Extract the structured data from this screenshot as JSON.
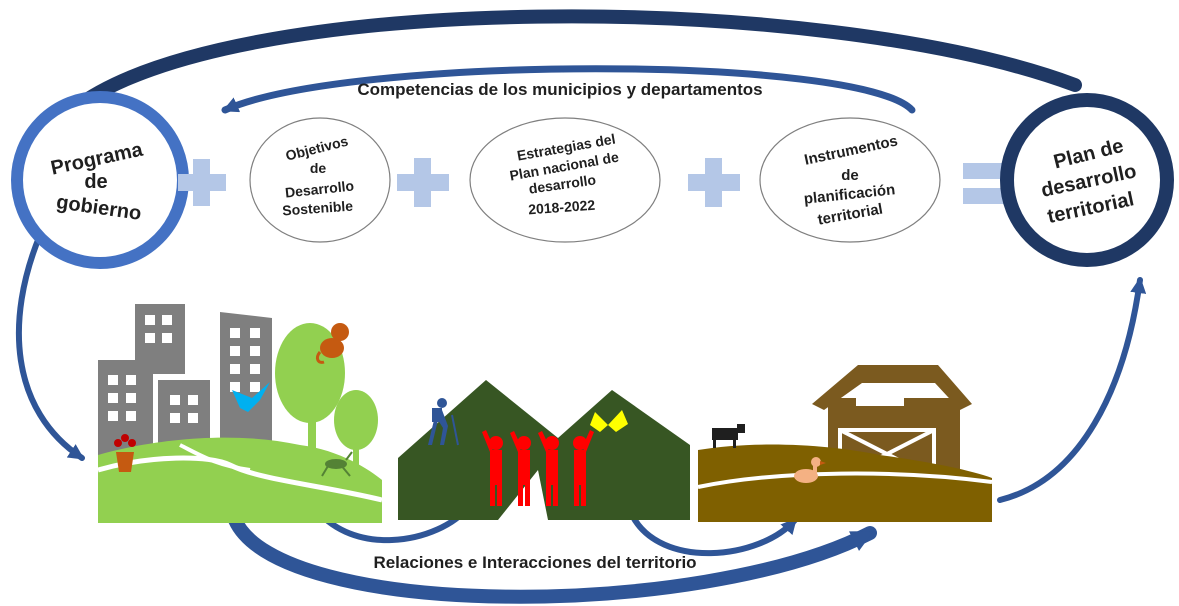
{
  "labels": {
    "top_arc": "Competencias de los municipios y departamentos",
    "bottom_arc": "Relaciones e Interacciones del territorio"
  },
  "nodes": {
    "programa": [
      "Programa",
      "de",
      "gobierno"
    ],
    "ods": [
      "Objetivos",
      "de",
      "Desarrollo",
      "Sostenible"
    ],
    "plan_nacional": [
      "Estrategias del",
      "Plan nacional de",
      "desarrollo",
      "2018-2022"
    ],
    "instrumentos": [
      "Instrumentos",
      "de",
      "planificación",
      "territorial"
    ],
    "plan_territorial": [
      "Plan de",
      "desarrollo",
      "territorial"
    ]
  },
  "operators": {
    "plus": "+",
    "equals": "="
  },
  "colors": {
    "dark_blue": "#1f3864",
    "mid_blue": "#2f5597",
    "light_blue_ring": "#4472c4",
    "operator": "#b4c7e7",
    "building_gray": "#7f7f7f",
    "urban_green": "#92d050",
    "tree_green": "#8dc63f",
    "mountain_green": "#375623",
    "people_red": "#ff0000",
    "rural_brown": "#7f6000",
    "barn_brown": "#7b5a1f"
  },
  "icons": {
    "urban": [
      "building-icon",
      "monkey-icon",
      "bird-icon",
      "flower-pot-icon",
      "grasshopper-icon",
      "tree-icon"
    ],
    "mountain": [
      "hiker-icon",
      "butterfly-icon",
      "people-icon"
    ],
    "rural": [
      "cow-icon",
      "barn-icon",
      "duck-icon"
    ]
  }
}
